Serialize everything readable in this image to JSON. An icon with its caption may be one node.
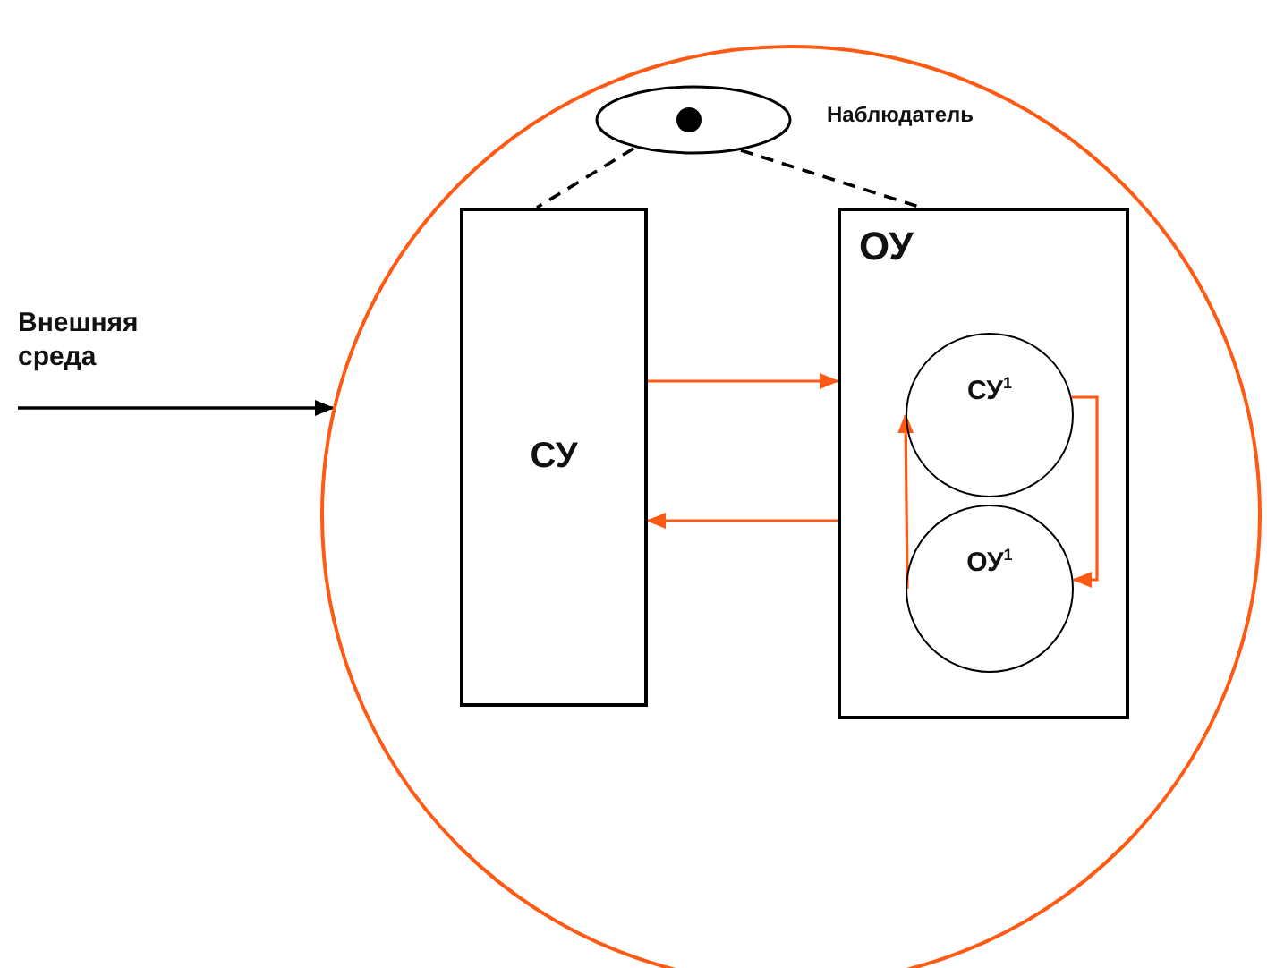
{
  "diagram": {
    "nodes": [
      {
        "text": [],
        "shape": "circle"
      },
      {
        "text": [
          "Внешняя среда"
        ]
      },
      {
        "text": [],
        "shape": "eye",
        "in": 0,
        "beside": [
          "Наблюдатель"
        ]
      },
      {
        "text": [
          "СУ"
        ],
        "in": 0
      },
      {
        "text": [
          "ОУ"
        ],
        "in": 0
      },
      {
        "text": [
          "СУ$^{1}$"
        ],
        "in": 4
      },
      {
        "text": [
          "ОУ$^{1}$"
        ],
        "in": 4
      }
    ],
    "edges": [
      {
        "from": 1,
        "to": 0,
        "arrow": "to",
        "color": "#000000"
      },
      {
        "from": 2,
        "to": 3,
        "arrow": "none",
        "style": "dashed",
        "color": "#000000"
      },
      {
        "from": 2,
        "to": 4,
        "arrow": "none",
        "style": "dashed",
        "color": "#000000"
      },
      {
        "from": 3,
        "to": 4,
        "arrow": "to"
      },
      {
        "from": 4,
        "to": 3,
        "arrow": "to"
      },
      {
        "from": 5,
        "to": 6,
        "arrow": "to"
      },
      {
        "from": 6,
        "to": 5,
        "arrow": "to"
      }
    ]
  }
}
